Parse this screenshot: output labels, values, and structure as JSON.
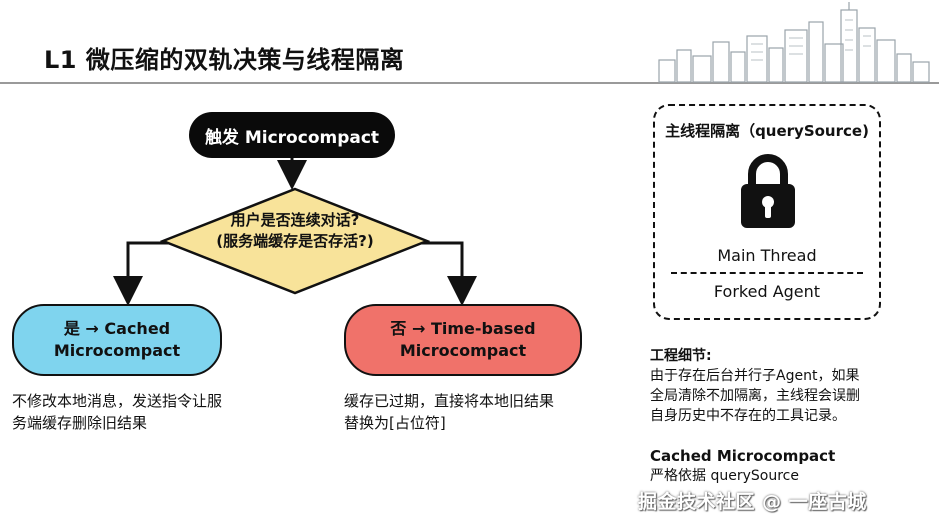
{
  "title": "L1 微压缩的双轨决策与线程隔离",
  "flow": {
    "trigger": "触发 Microcompact",
    "decision_line1": "用户是否连续对话?",
    "decision_line2": "(服务端缓存是否存活?)",
    "yes_line1": "是 → Cached",
    "yes_line2": "Microcompact",
    "yes_desc_line1": "不修改本地消息，发送指令让服",
    "yes_desc_line2": "务端缓存删除旧结果",
    "no_line1": "否 → Time-based",
    "no_line2": "Microcompact",
    "no_desc_line1": "缓存已过期，直接将本地旧结果",
    "no_desc_line2": "替换为[占位符]",
    "colors": {
      "yes": "#7fd4ee",
      "no": "#f0726a",
      "decision": "#f8e39a",
      "trigger": "#0a0a0a"
    }
  },
  "isolation": {
    "title": "主线程隔离（querySource)",
    "icon": "lock-icon",
    "main": "Main Thread",
    "forked": "Forked Agent"
  },
  "notes": {
    "engineering_title": "工程细节:",
    "engineering_l1": "由于存在后台并行子Agent，如果",
    "engineering_l2": "全局清除不加隔离，主线程会误删",
    "engineering_l3": "自身历史中不存在的工具记录。",
    "cached_title": "Cached Microcompact",
    "cached_l1": "严格依据 querySource"
  },
  "watermark": "掘金技术社区 @ 一座古城"
}
